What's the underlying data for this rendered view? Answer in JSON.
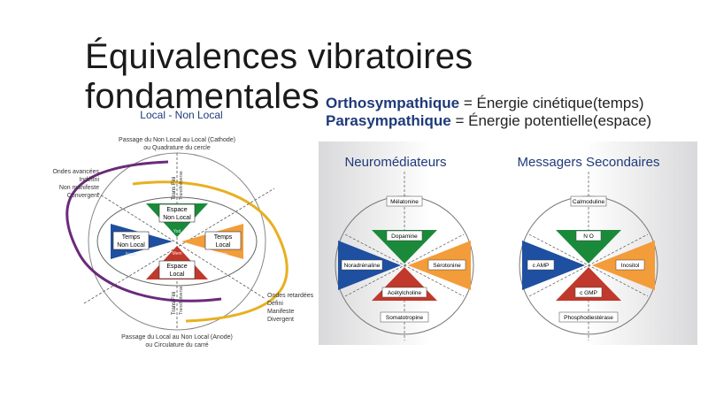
{
  "slide": {
    "title": "Équivalences vibratoires fondamentales"
  },
  "left_diagram": {
    "title": "Local - Non Local",
    "top_caption": [
      "Passage du Non Local au Local (Cathode)",
      "ou Quadrature du cercle"
    ],
    "bottom_caption": [
      "Passage du Local au Non Local (Anode)",
      "ou Circulature du carré"
    ],
    "left_caption": [
      "Ondes avancées",
      "Indéfini",
      "Non manifeste",
      "Convergent"
    ],
    "right_caption": [
      "Ondes retardées",
      "Défini",
      "Manifeste",
      "Divergent"
    ],
    "axis_top": [
      "Trans Fini",
      "Transfinitverse"
    ],
    "axis_bottom": [
      "Trans Fini",
      "Transfinitverse"
    ],
    "box_top": [
      "Espace",
      "Non Local"
    ],
    "box_bottom": [
      "Espace",
      "Local"
    ],
    "box_left": [
      "Temps",
      "Non Local"
    ],
    "box_right": [
      "Temps",
      "Local"
    ],
    "small_top": "Yod",
    "small_bottom": "Mem",
    "small_left": "Neph",
    "small_right": "Shin",
    "colors": {
      "green": "#1a8a3a",
      "red": "#c0392b",
      "blue": "#1e4fa0",
      "orange": "#f39c3a",
      "purple": "#6b2a7a",
      "gold": "#e8b020"
    }
  },
  "legend": {
    "line1": {
      "bold": "Orthosympathique",
      "rest": " = Énergie cinétique(temps)"
    },
    "line2": {
      "bold": "Parasympathique",
      "rest": " = Énergie potentielle(espace)"
    }
  },
  "right_diagrams": {
    "neuro": {
      "title": "Neuromédiateurs",
      "top": "Mélatonine",
      "bottom": "Somatotropine",
      "green": "Dopamine",
      "red": "Acétylcholine",
      "blue": "Noradrénaline",
      "orange": "Sérotonine"
    },
    "messengers": {
      "title": "Messagers Secondaires",
      "top": "Calmoduline",
      "bottom": "Phosphodiestérase",
      "green": "N O",
      "red": "c GMP",
      "blue": "c AMP",
      "orange": "Inositol"
    }
  }
}
